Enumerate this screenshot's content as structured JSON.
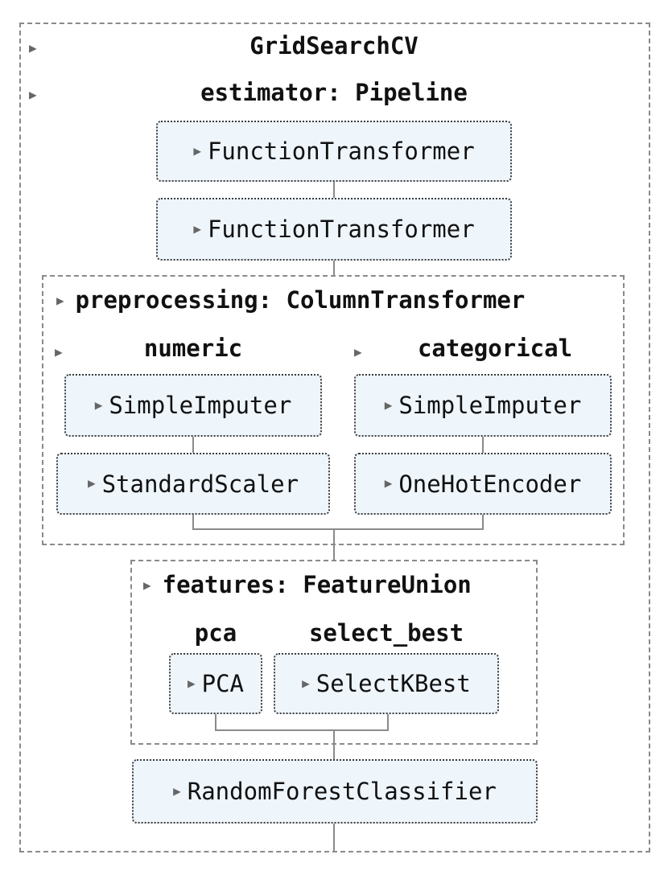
{
  "root": {
    "title": "GridSearchCV",
    "estimator_label": "estimator: Pipeline",
    "toggle_glyph": "▶"
  },
  "pipeline": {
    "steps": [
      {
        "label": "FunctionTransformer"
      },
      {
        "label": "FunctionTransformer"
      }
    ]
  },
  "preprocessing": {
    "title": "preprocessing: ColumnTransformer",
    "numeric": {
      "title": "numeric",
      "steps": [
        {
          "label": "SimpleImputer"
        },
        {
          "label": "StandardScaler"
        }
      ]
    },
    "categorical": {
      "title": "categorical",
      "steps": [
        {
          "label": "SimpleImputer"
        },
        {
          "label": "OneHotEncoder"
        }
      ]
    }
  },
  "features": {
    "title": "features: FeatureUnion",
    "pca": {
      "title": "pca",
      "label": "PCA"
    },
    "select_best": {
      "title": "select_best",
      "label": "SelectKBest"
    }
  },
  "classifier": {
    "label": "RandomForestClassifier"
  },
  "colors": {
    "node_fill": "#eef5fb",
    "node_border": "#3c3c3c",
    "dashed_border": "#8a8a8a",
    "connector": "#8a8a8a",
    "arrow": "#666666"
  }
}
